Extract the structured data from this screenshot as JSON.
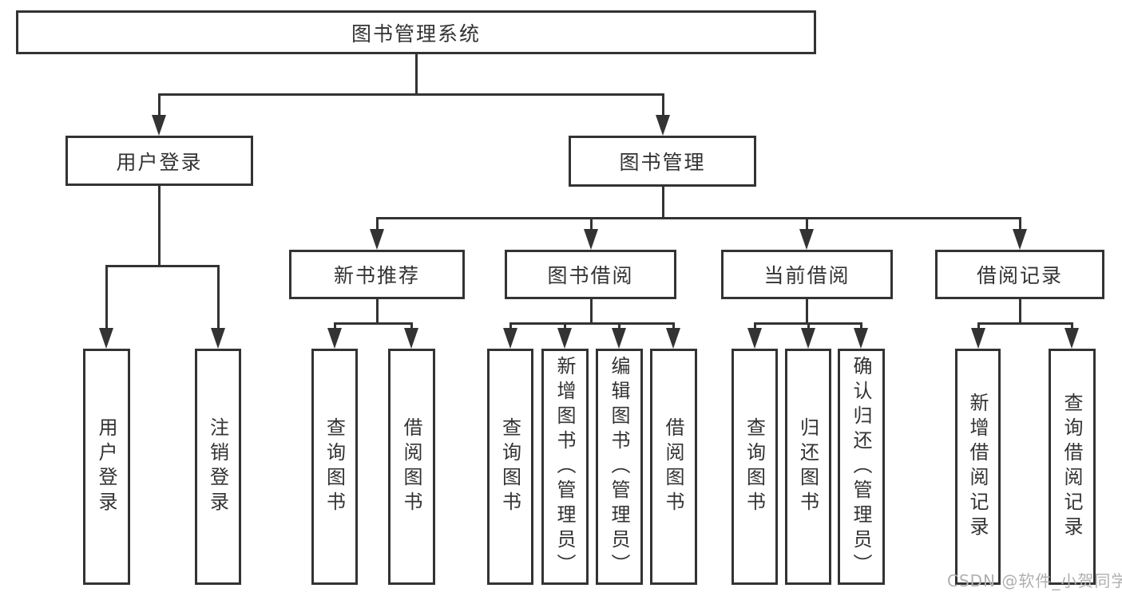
{
  "title": "图书管理系统",
  "colors": {
    "line": "#333333",
    "text": "#333333",
    "box_background": "#ffffff",
    "page_background": "#ffffff",
    "watermark": "#b0b0b0"
  },
  "nodes": {
    "root": "图书管理系统",
    "level2": {
      "user_login": "用户登录",
      "book_mgmt": "图书管理"
    },
    "level3": {
      "new_rec": "新书推荐",
      "book_borrow": "图书借阅",
      "current_borrow": "当前借阅",
      "borrow_records": "借阅记录"
    },
    "leaves": {
      "user_login": "用户登录",
      "logout": "注销登录",
      "rec_query": "查询图书",
      "rec_borrow": "借阅图书",
      "bb_query": "查询图书",
      "bb_add": "新增图书（管理员）",
      "bb_edit": "编辑图书（管理员）",
      "bb_borrow": "借阅图书",
      "cb_query": "查询图书",
      "cb_return": "归还图书",
      "cb_confirm": "确认归还（管理员）",
      "br_add": "新增借阅记录",
      "br_query": "查询借阅记录"
    }
  },
  "hierarchy": {
    "label": "图书管理系统",
    "children": [
      {
        "label": "用户登录",
        "children": [
          {
            "label": "用户登录"
          },
          {
            "label": "注销登录"
          }
        ]
      },
      {
        "label": "图书管理",
        "children": [
          {
            "label": "新书推荐",
            "children": [
              {
                "label": "查询图书"
              },
              {
                "label": "借阅图书"
              }
            ]
          },
          {
            "label": "图书借阅",
            "children": [
              {
                "label": "查询图书"
              },
              {
                "label": "新增图书（管理员）"
              },
              {
                "label": "编辑图书（管理员）"
              },
              {
                "label": "借阅图书"
              }
            ]
          },
          {
            "label": "当前借阅",
            "children": [
              {
                "label": "查询图书"
              },
              {
                "label": "归还图书"
              },
              {
                "label": "确认归还（管理员）"
              }
            ]
          },
          {
            "label": "借阅记录",
            "children": [
              {
                "label": "新增借阅记录"
              },
              {
                "label": "查询借阅记录"
              }
            ]
          }
        ]
      }
    ]
  },
  "watermark": "CSDN @软件_小贺同学"
}
